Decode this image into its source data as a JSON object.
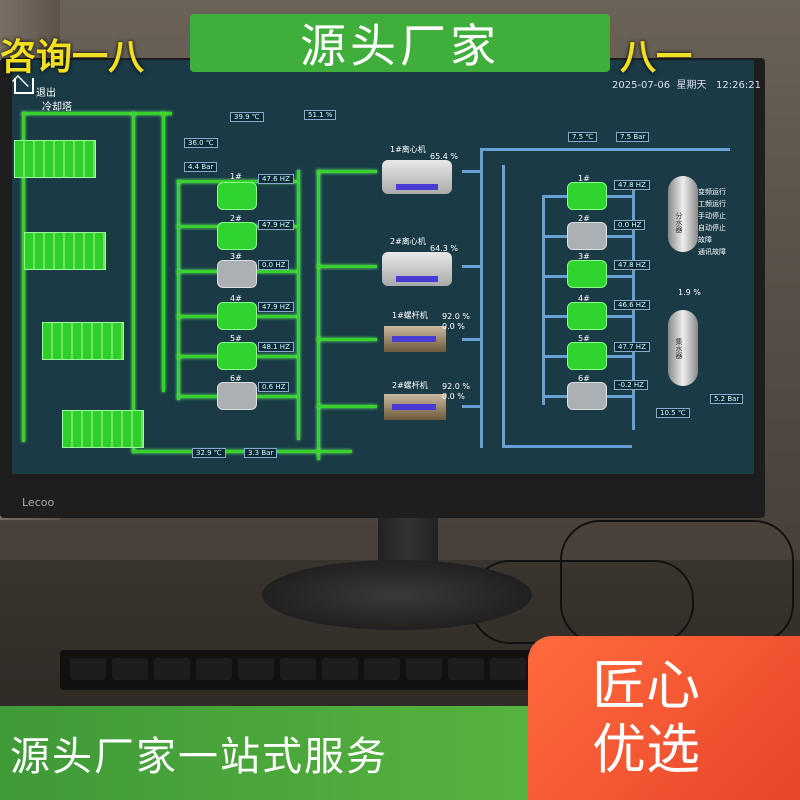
{
  "banner_top": {
    "center": "源头厂家",
    "left_fragment": "咨询一八",
    "right_fragment": "八一"
  },
  "banner_bottom": {
    "text": "源头厂家一站式服务"
  },
  "badge": {
    "line1": "匠心",
    "line2": "优选"
  },
  "screen": {
    "exit_label": "退出",
    "date": "2025-07-06",
    "weekday": "星期天",
    "time": "12:26:21",
    "tower_section": "冷却塔",
    "readouts_left": [
      "36.0 ℃",
      "4.4 Bar",
      "39.9 ℃",
      "51.1 %",
      "32.9 ℃",
      "3.3 Bar"
    ],
    "pumps_left": [
      {
        "name": "1#",
        "hz": "47.6 HZ"
      },
      {
        "name": "2#",
        "hz": "47.9 HZ"
      },
      {
        "name": "3#",
        "hz": "0.0 HZ"
      },
      {
        "name": "4#",
        "hz": "47.9 HZ"
      },
      {
        "name": "5#",
        "hz": "48.1 HZ"
      },
      {
        "name": "6#",
        "hz": "0.6 HZ"
      }
    ],
    "chillers": [
      {
        "name": "1#离心机",
        "pct": "65.4 %"
      },
      {
        "name": "2#离心机",
        "pct": "64.3 %"
      },
      {
        "name": "1#螺杆机",
        "pct": "92.0 %",
        "pct2": "0.0 %"
      },
      {
        "name": "2#螺杆机",
        "pct": "92.0 %",
        "pct2": "0.0 %"
      }
    ],
    "readouts_right": [
      "7.5 ℃",
      "7.5 Bar",
      "1.9 %",
      "10.5 ℃",
      "5.2 Bar"
    ],
    "pumps_right": [
      {
        "name": "1#",
        "hz": "47.8 HZ"
      },
      {
        "name": "2#",
        "hz": "0.0 HZ"
      },
      {
        "name": "3#",
        "hz": "47.8 HZ"
      },
      {
        "name": "4#",
        "hz": "46.6 HZ"
      },
      {
        "name": "5#",
        "hz": "47.7 HZ"
      },
      {
        "name": "6#",
        "hz": "-0.2 HZ"
      }
    ],
    "tank1": "分水器",
    "tank2": "集水器",
    "legend": [
      "变频运行",
      "工频运行",
      "手动停止",
      "自动停止",
      "故障",
      "通讯故障"
    ]
  },
  "monitor_brand": "Lecoo",
  "colors": {
    "pipe_green": "#39d12c",
    "pipe_blue": "#6a9fd6",
    "banner_green": "#3fae3a",
    "badge_orange": "#e8462a"
  }
}
